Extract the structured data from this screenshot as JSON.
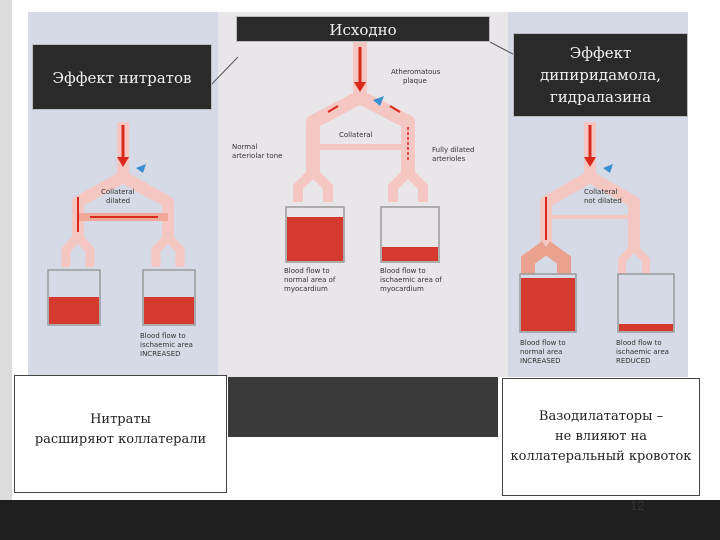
{
  "slide": {
    "title_top": "Исходно",
    "label_nitrates": "Эффект нитратов",
    "label_dipyridamole": [
      "Эффект",
      "дипиридамола,",
      "гидралазина"
    ],
    "caption_left": [
      "Нитраты",
      "расширяют коллатерали"
    ],
    "caption_right": [
      "Вазодилататоры –",
      "не влияют на",
      "коллатеральный кровоток"
    ],
    "page_number": "12"
  },
  "figure": {
    "center": {
      "atheromatous_plaque": [
        "Atheromatous",
        "plaque"
      ],
      "collateral": "Collateral",
      "normal_tone": [
        "Normal",
        "arteriolar tone"
      ],
      "fully_dilated": [
        "Fully dilated",
        "arterioles"
      ],
      "beaker_left": [
        "Blood flow to",
        "normal area of",
        "myocardium"
      ],
      "beaker_right": [
        "Blood flow to",
        "ischaemic area of",
        "myocardium"
      ]
    },
    "left": {
      "collateral": [
        "Collateral",
        "dilated"
      ],
      "beaker_right": [
        "Blood flow to",
        "ischaemic area",
        "INCREASED"
      ]
    },
    "right": {
      "collateral": [
        "Collateral",
        "not dilated"
      ],
      "beaker_left": [
        "Blood flow to",
        "normal area",
        "INCREASED"
      ],
      "beaker_right": [
        "Blood flow to",
        "ischaemic area",
        "REDUCED"
      ]
    },
    "colors": {
      "vessel": "#f5c7c2",
      "blood": "#d63a2f",
      "arrow": "#d9281c",
      "plaque": "#3a8fd0"
    }
  }
}
